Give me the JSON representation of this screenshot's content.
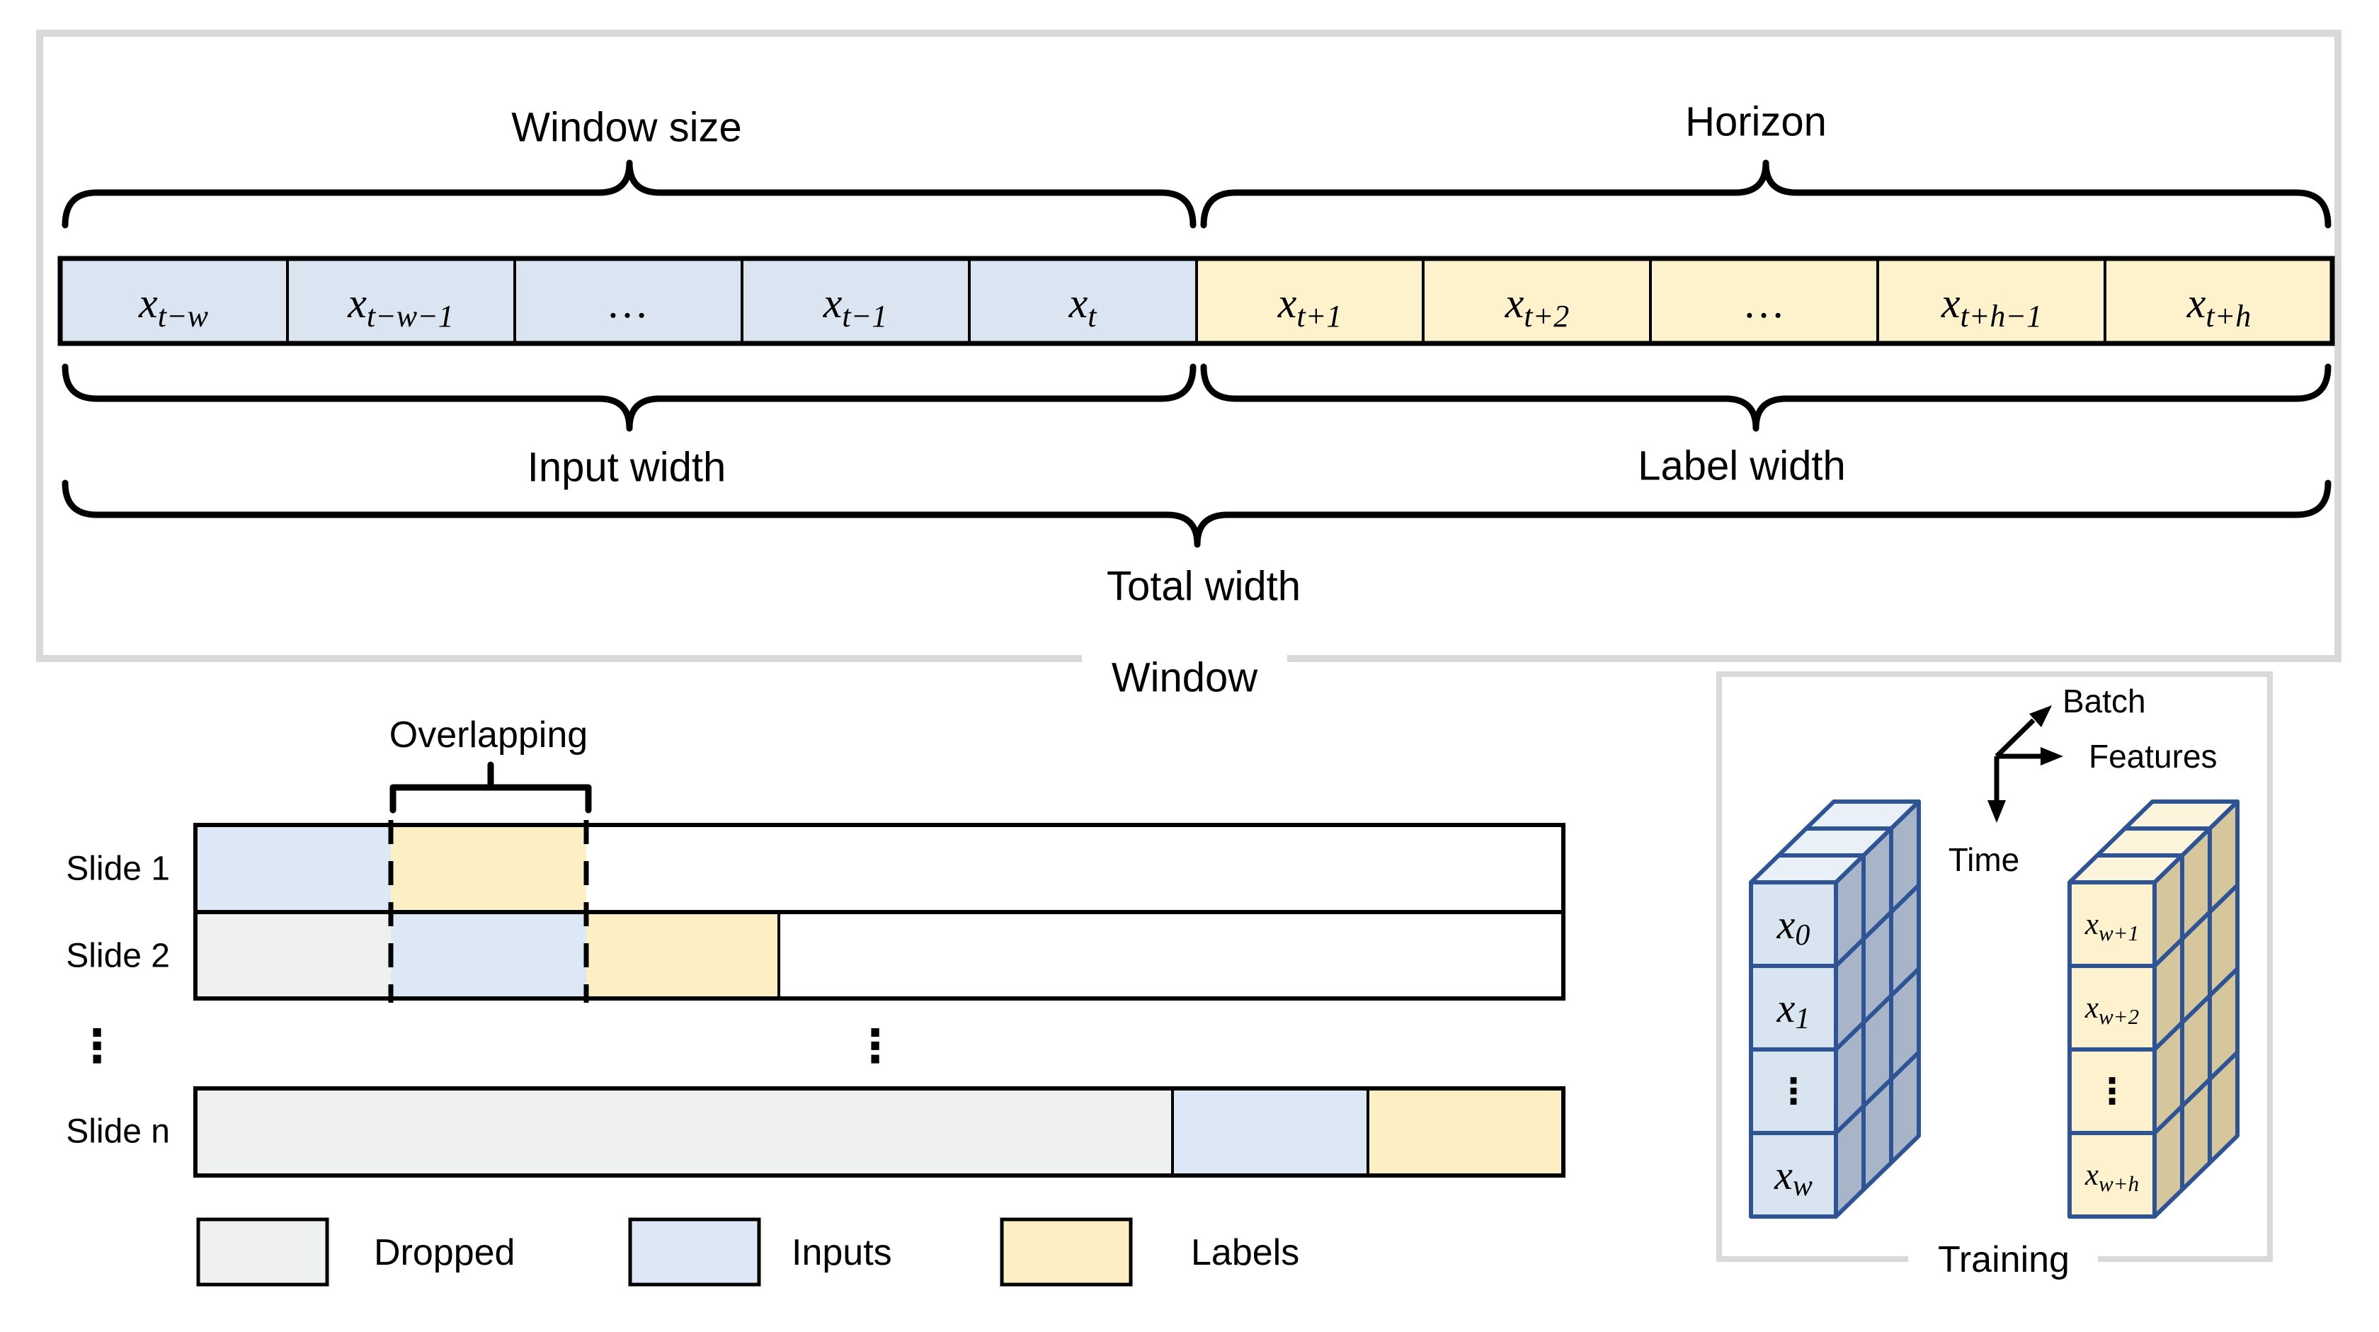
{
  "colors": {
    "input_cell": "#dbe5f1",
    "label_cell": "#fdf2cc",
    "dropped": "#eff0f0",
    "slide_input": "#dce8f5",
    "slide_label": "#fcefc4",
    "panel_border": "#d9d9d9",
    "tensor_border": "#2f5496",
    "tensor_input_front": "#d9e4f1",
    "tensor_input_top": "#eaf0f8",
    "tensor_input_side": "#a8b5c8",
    "tensor_label_front": "#fdf2cd",
    "tensor_label_top": "#fcf5dc",
    "tensor_label_side": "#d5c69c",
    "ink": "#000000"
  },
  "window_panel": {
    "caption": "Window",
    "window_size": "Window size",
    "horizon": "Horizon",
    "input_width": "Input width",
    "label_width": "Label width",
    "total_width": "Total width",
    "cells": [
      {
        "base": "x",
        "sub": "t−w",
        "type": "input"
      },
      {
        "base": "x",
        "sub": "t−w−1",
        "type": "input"
      },
      {
        "base": "…",
        "sub": "",
        "type": "input"
      },
      {
        "base": "x",
        "sub": "t−1",
        "type": "input"
      },
      {
        "base": "x",
        "sub": "t",
        "type": "input"
      },
      {
        "base": "x",
        "sub": "t+1",
        "type": "label"
      },
      {
        "base": "x",
        "sub": "t+2",
        "type": "label"
      },
      {
        "base": "…",
        "sub": "",
        "type": "label"
      },
      {
        "base": "x",
        "sub": "t+h−1",
        "type": "label"
      },
      {
        "base": "x",
        "sub": "t+h",
        "type": "label"
      }
    ]
  },
  "slides": {
    "overlapping": "Overlapping",
    "ellipsis": "⋮",
    "rows": [
      {
        "label": "Slide 1"
      },
      {
        "label": "Slide 2"
      },
      {
        "label": "Slide n"
      }
    ]
  },
  "legend": {
    "items": [
      {
        "label": "Dropped",
        "color": "#eff0f0"
      },
      {
        "label": "Inputs",
        "color": "#dce8f5"
      },
      {
        "label": "Labels",
        "color": "#fcefc4"
      }
    ]
  },
  "training_panel": {
    "caption": "Training",
    "axes": {
      "batch": "Batch",
      "features": "Features",
      "time": "Time"
    },
    "input_stack": [
      {
        "base": "x",
        "sub": "0"
      },
      {
        "base": "x",
        "sub": "1"
      },
      {
        "base": "⋮",
        "sub": ""
      },
      {
        "base": "x",
        "sub": "w"
      }
    ],
    "label_stack": [
      {
        "base": "x",
        "sub": "w+1"
      },
      {
        "base": "x",
        "sub": "w+2"
      },
      {
        "base": "⋮",
        "sub": ""
      },
      {
        "base": "x",
        "sub": "w+h"
      }
    ]
  }
}
